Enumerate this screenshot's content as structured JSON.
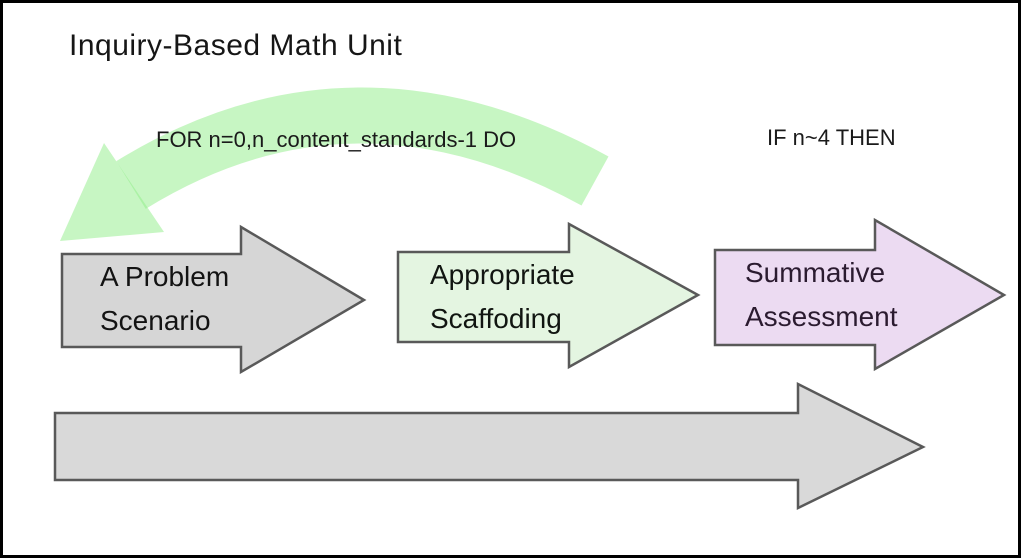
{
  "title": "Inquiry-Based Math Unit",
  "annotations": {
    "loop_label": "FOR n=0,n_content_standards-1 DO",
    "condition_label": "IF n~4 THEN"
  },
  "steps": [
    {
      "line1": "A Problem",
      "line2": "Scenario",
      "fill": "#d6d6d6",
      "text_color": "#131313"
    },
    {
      "line1": "Appropriate",
      "line2": "Scaffoding",
      "fill": "#e4f5e1",
      "text_color": "#111511"
    },
    {
      "line1": "Summative",
      "line2": "Assessment",
      "fill": "#ecdbf2",
      "text_color": "#2b1b30"
    }
  ],
  "timeline_arrow": {
    "fill": "#d9d9d9"
  },
  "loop_arrow": {
    "fill": "#8fed87",
    "opacity": "0.5"
  },
  "colors": {
    "outline": "#595959",
    "border": "#000000",
    "background": "#ffffff"
  }
}
